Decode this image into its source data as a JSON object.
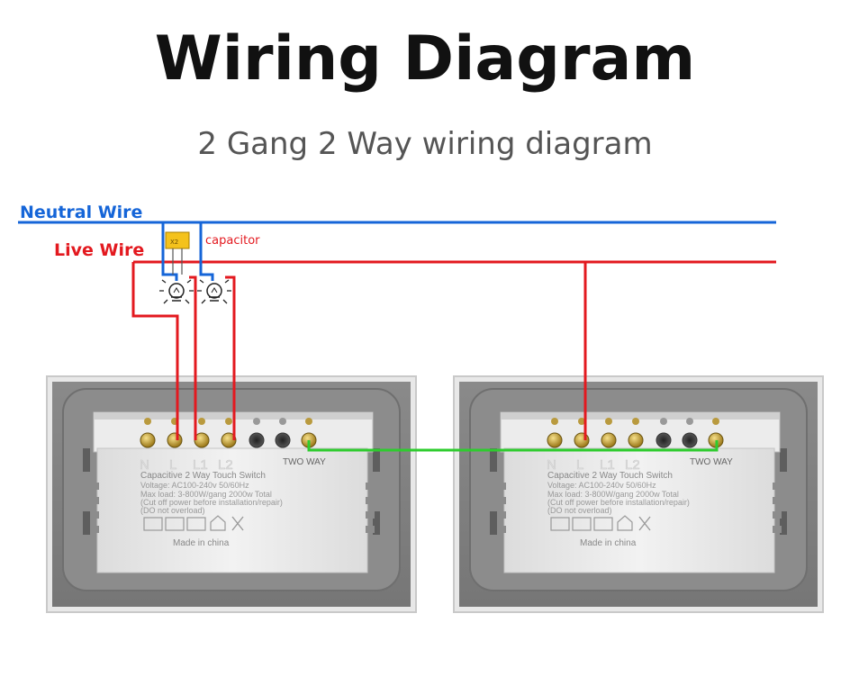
{
  "title": "Wiring Diagram",
  "subtitle": "2 Gang 2 Way wiring diagram",
  "labels": {
    "neutral_wire": "Neutral Wire",
    "live_wire": "Live Wire",
    "capacitor": "capacitor"
  },
  "wire_colors": {
    "neutral": "#1565d8",
    "live": "#e3191f",
    "traveler": "#2ecc2e"
  },
  "switch_left": {
    "terminals": [
      "N",
      "L",
      "L1",
      "L2"
    ],
    "two_way_label": "TWO WAY",
    "label_line1": "Capacitive 2 Way Touch Switch",
    "label_line2": "Voltage: AC100-240v 50/60Hz",
    "label_line3": "Max load: 3-800W/gang 2000w Total",
    "label_line4": "(Cut off power before installation/repair)",
    "label_line5": "(DO not overload)",
    "made_in": "Made in china"
  },
  "switch_right": {
    "terminals": [
      "N",
      "L",
      "L1",
      "L2"
    ],
    "two_way_label": "TWO WAY",
    "label_line1": "Capacitive 2 Way Touch Switch",
    "label_line2": "Voltage: AC100-240v 50/60Hz",
    "label_line3": "Max load: 3-800W/gang 2000w Total",
    "label_line4": "(Cut off power before installation/repair)",
    "label_line5": "(DO not overload)",
    "made_in": "Made in china"
  }
}
